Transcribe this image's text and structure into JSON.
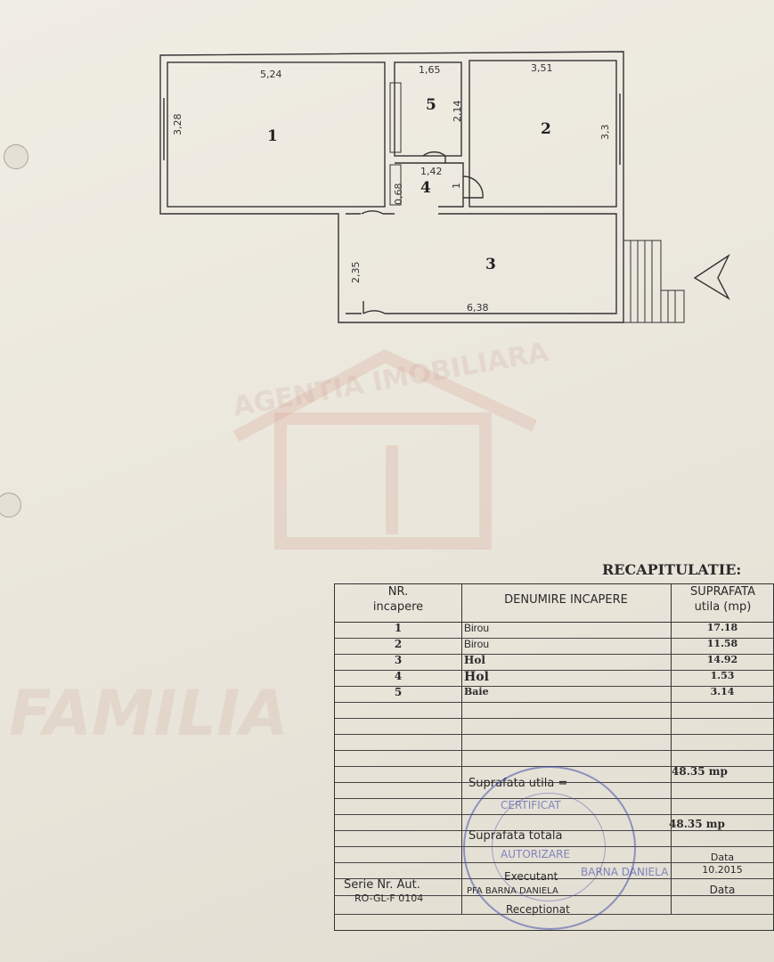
{
  "watermark": {
    "agency": "AGENTIA IMOBILIARA",
    "brand": "FAMILIA"
  },
  "plan": {
    "rooms": [
      {
        "nr": "1",
        "width": "5,24",
        "height": "3,28"
      },
      {
        "nr": "2",
        "width": "3,51",
        "height": "3,3"
      },
      {
        "nr": "3",
        "width": "6,38",
        "height": "2,35"
      },
      {
        "nr": "4",
        "width": "1,42",
        "height": "1",
        "extra": "0,68"
      },
      {
        "nr": "5",
        "width": "1,65",
        "height": "2,14"
      }
    ]
  },
  "recap": {
    "title": "RECAPITULATIE:",
    "headers": {
      "nr": "NR.",
      "nr2": "incapere",
      "name": "DENUMIRE INCAPERE",
      "area": "SUPRAFATA",
      "area2": "utila (mp)"
    },
    "rows": [
      {
        "nr": "1",
        "name": "Birou",
        "area": "17.18"
      },
      {
        "nr": "2",
        "name": "Birou",
        "area": "11.58"
      },
      {
        "nr": "3",
        "name": "Hol",
        "area": "14.92"
      },
      {
        "nr": "4",
        "name": "Hol",
        "area": "1.53"
      },
      {
        "nr": "5",
        "name": "Baie",
        "area": "3.14"
      }
    ],
    "useful_label": "Suprafata utila =",
    "useful_value": "48.35 mp",
    "total_label": "Suprafata totala",
    "total_value": "48.35 mp",
    "serie_label": "Serie Nr. Aut.",
    "serie_value": "RO-GL-F 0104",
    "executant_label": "Executant",
    "executant_value": "PFA BARNA DANIELA",
    "receptionat_label": "Receptionat",
    "date_label": "Data",
    "date_value": "10.2015",
    "date_label2": "Data"
  },
  "stamp": {
    "line1": "CERTIFICAT",
    "line2": "AUTORIZARE",
    "line3": "BARNA DANIELA"
  }
}
